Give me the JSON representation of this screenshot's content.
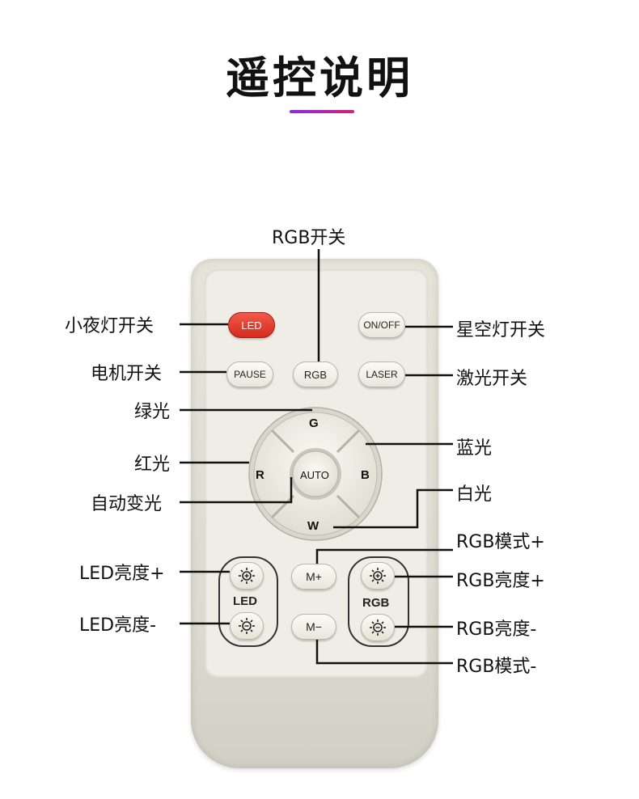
{
  "title": "遥控说明",
  "buttons": {
    "led": "LED",
    "onoff": "ON/OFF",
    "pause": "PAUSE",
    "rgb": "RGB",
    "laser": "LASER",
    "g": "G",
    "r": "R",
    "auto": "AUTO",
    "b": "B",
    "w": "W",
    "m_plus": "M+",
    "m_minus": "M−",
    "led_group": "LED",
    "rgb_group": "RGB"
  },
  "callouts": {
    "rgb_switch": "RGB开关",
    "night_light": "小夜灯开关",
    "star_light": "星空灯开关",
    "motor": "电机开关",
    "laser": "激光开关",
    "green": "绿光",
    "blue": "蓝光",
    "red": "红光",
    "auto_color": "自动变光",
    "white": "白光",
    "rgb_mode_plus": "RGB模式+",
    "led_bright_plus": "LED亮度+",
    "rgb_bright_plus": "RGB亮度+",
    "led_bright_minus": "LED亮度-",
    "rgb_bright_minus": "RGB亮度-",
    "rgb_mode_minus": "RGB模式-"
  },
  "colors": {
    "led_button": "#d42a1e",
    "accent_bar_start": "#8a2be2",
    "accent_bar_end": "#d4207a"
  }
}
